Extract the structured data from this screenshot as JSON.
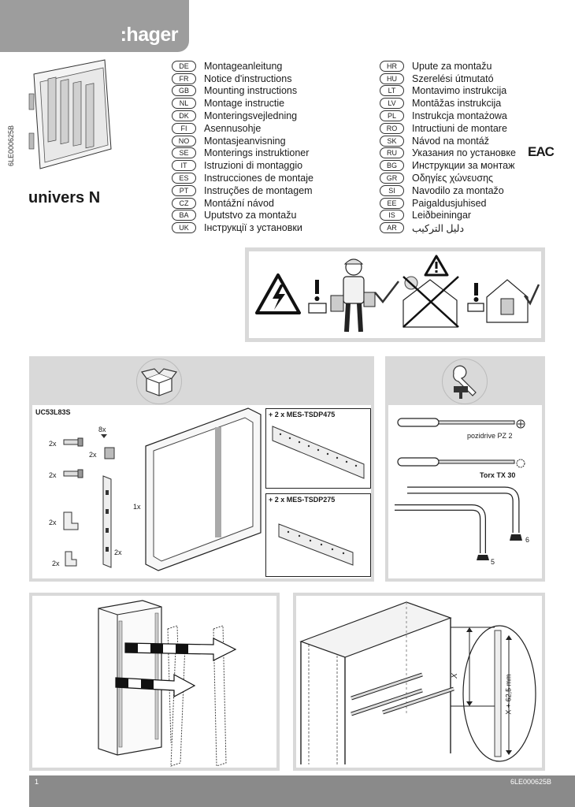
{
  "header": {
    "brand": ":hager"
  },
  "document": {
    "code": "6LE000625B",
    "page_number": "1"
  },
  "product": {
    "name": "univers N"
  },
  "languages_left": [
    {
      "code": "DE",
      "title": "Montageanleitung"
    },
    {
      "code": "FR",
      "title": "Notice d'instructions"
    },
    {
      "code": "GB",
      "title": "Mounting instructions"
    },
    {
      "code": "NL",
      "title": "Montage instructie"
    },
    {
      "code": "DK",
      "title": "Monteringsvejledning"
    },
    {
      "code": "FI",
      "title": "Asennusohje"
    },
    {
      "code": "NO",
      "title": "Montasjeanvisning"
    },
    {
      "code": "SE",
      "title": "Monterings instruktioner"
    },
    {
      "code": "IT",
      "title": "Istruzioni di montaggio"
    },
    {
      "code": "ES",
      "title": "Instrucciones de montaje"
    },
    {
      "code": "PT",
      "title": "Instruções de montagem"
    },
    {
      "code": "CZ",
      "title": "Montážní návod"
    },
    {
      "code": "BA",
      "title": "Uputstvo za montažu"
    },
    {
      "code": "UK",
      "title": "Інструкції з установки"
    }
  ],
  "languages_right": [
    {
      "code": "HR",
      "title": "Upute za montažu"
    },
    {
      "code": "HU",
      "title": "Szerelési útmutató"
    },
    {
      "code": "LT",
      "title": "Montavimo instrukcija"
    },
    {
      "code": "LV",
      "title": "Montāžas instrukcija"
    },
    {
      "code": "PL",
      "title": "Instrukcja montażowa"
    },
    {
      "code": "RO",
      "title": "Intructiuni de montare"
    },
    {
      "code": "SK",
      "title": "Návod na montáž"
    },
    {
      "code": "RU",
      "title": "Указания по установке"
    },
    {
      "code": "BG",
      "title": "Инструкции за монтаж"
    },
    {
      "code": "GR",
      "title": "Οδηγίες χώνευσης"
    },
    {
      "code": "SI",
      "title": "Navodilo za montažo"
    },
    {
      "code": "EE",
      "title": "Paigaldusjuhised"
    },
    {
      "code": "IS",
      "title": "Leiðbeiningar"
    },
    {
      "code": "AR",
      "title": "دليل التركيب"
    }
  ],
  "certification_mark": "EAC",
  "contents": {
    "article": "UC53L83S",
    "parts": {
      "q_8x": "8x",
      "q_2x_a": "2x",
      "q_2x_b": "2x",
      "q_2x_c": "2x",
      "q_2x_d": "2x",
      "q_2x_e": "2x",
      "q_2x_f": "2x",
      "q_1x": "1x"
    },
    "option_1": "+ 2 x MES-TSDP475",
    "option_2": "+ 2 x MES-TSDP275"
  },
  "tools": {
    "screwdriver_1": "pozidrive PZ 2",
    "screwdriver_2": "Torx  TX 30",
    "hex_6": "6",
    "hex_5": "5"
  },
  "mounting": {
    "dim_x": "X",
    "dim_x_plus": "X + 62,5 mm"
  }
}
